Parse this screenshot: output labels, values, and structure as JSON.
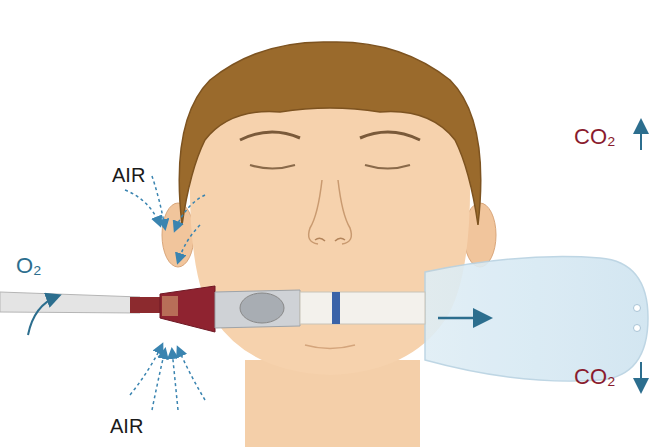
{
  "diagram": {
    "labels": [
      "AIR",
      "AIR",
      "O₂",
      "CO₂",
      "CO₂"
    ]
  }
}
